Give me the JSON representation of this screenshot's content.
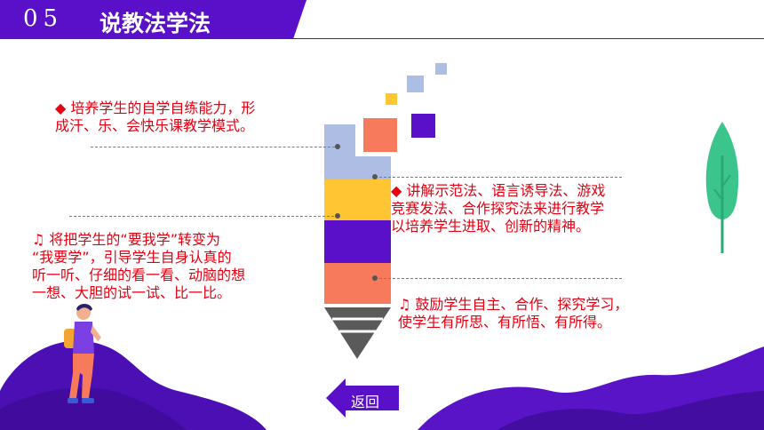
{
  "header": {
    "section_number": "05",
    "title": "说教法学法"
  },
  "notes": {
    "top_left": [
      "◆ 培养学生的自学自练能力，形",
      "成汗、乐、会快乐课教学模式。"
    ],
    "middle_right": [
      "◆ 讲解示范法、语言诱导法、游戏",
      "竞赛发法、合作探究法来进行教学",
      "以培养学生进取、创新的精神。"
    ],
    "middle_left": [
      "♫ 将把学生的“要我学”转变为",
      "“我要学”，引导学生自身认真的",
      "听一听、仔细的看一看、动脑的想",
      "一想、大胆的试一试、比一比。"
    ],
    "bottom_right": [
      "♫ 鼓励学生自主、合作、探究学习，",
      "使学生有所思、有所悟、有所得。"
    ]
  },
  "back_button": {
    "label": "返回"
  },
  "colors": {
    "accent_purple": "#5a0fc8",
    "text_red": "#e60012",
    "pencil_blue": "#aebde4",
    "pencil_yellow": "#ffc533",
    "pencil_purple": "#5a0fc8",
    "pencil_coral": "#f77a5c",
    "tree_green": "#3cc48d"
  }
}
